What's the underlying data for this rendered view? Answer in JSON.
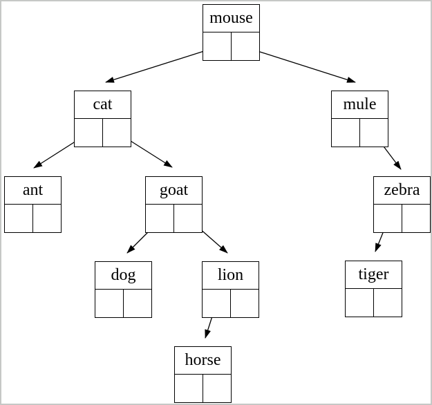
{
  "page": {
    "background_color": "#ffffff",
    "frame_border_color": "#c6c8c6",
    "line_color": "#000000",
    "text_color": "#000000"
  },
  "tree": {
    "type": "binary-tree-diagram",
    "root": "mouse",
    "nodes": {
      "mouse": {
        "label": "mouse"
      },
      "cat": {
        "label": "cat"
      },
      "mule": {
        "label": "mule"
      },
      "ant": {
        "label": "ant"
      },
      "goat": {
        "label": "goat"
      },
      "zebra": {
        "label": "zebra"
      },
      "dog": {
        "label": "dog"
      },
      "lion": {
        "label": "lion"
      },
      "tiger": {
        "label": "tiger"
      },
      "horse": {
        "label": "horse"
      }
    },
    "edges": [
      {
        "from": "mouse",
        "pointer": "left",
        "to": "cat"
      },
      {
        "from": "mouse",
        "pointer": "right",
        "to": "mule"
      },
      {
        "from": "cat",
        "pointer": "left",
        "to": "ant"
      },
      {
        "from": "cat",
        "pointer": "right",
        "to": "goat"
      },
      {
        "from": "mule",
        "pointer": "right",
        "to": "zebra"
      },
      {
        "from": "goat",
        "pointer": "left",
        "to": "dog"
      },
      {
        "from": "goat",
        "pointer": "right",
        "to": "lion"
      },
      {
        "from": "zebra",
        "pointer": "left",
        "to": "tiger"
      },
      {
        "from": "lion",
        "pointer": "left",
        "to": "horse"
      }
    ]
  }
}
